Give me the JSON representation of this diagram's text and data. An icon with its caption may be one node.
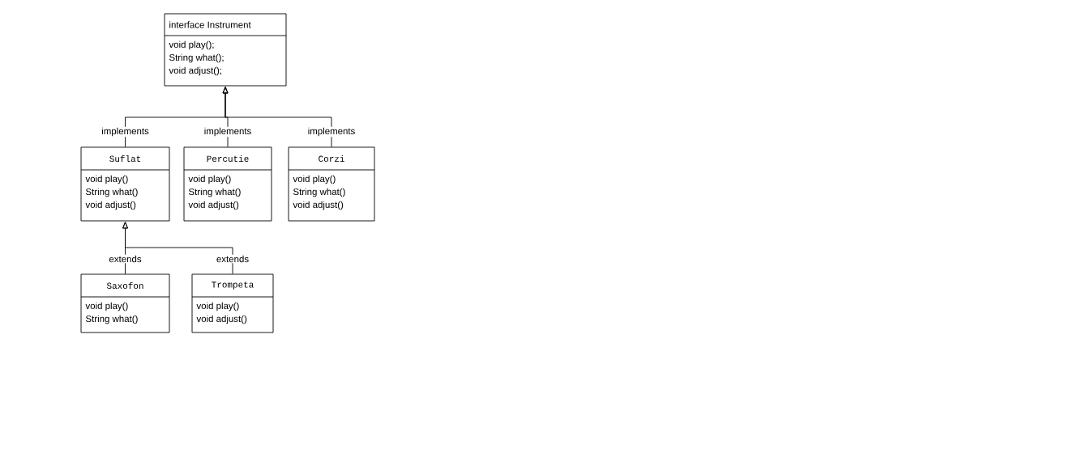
{
  "diagram": {
    "nodes": [
      {
        "text": [
          "interface Instrument",
          "void play();",
          "String what();",
          "void adjust();"
        ]
      },
      {
        "text": [
          "Suflat",
          "void play()",
          "String what()",
          "void adjust()"
        ]
      },
      {
        "text": [
          "Percutie",
          "void play()",
          "String what()",
          "void adjust()"
        ]
      },
      {
        "text": [
          "Corzi",
          "void play()",
          "String what()",
          "void adjust()"
        ]
      },
      {
        "text": [
          "Saxofon",
          "void play()",
          "String what()"
        ]
      },
      {
        "text": [
          "Trompeta",
          "void play()",
          "void adjust()"
        ]
      }
    ],
    "edges": [
      {
        "from": 1,
        "to": 0,
        "arrow": "to",
        "label": "implements"
      },
      {
        "from": 2,
        "to": 0,
        "arrow": "to",
        "label": "implements"
      },
      {
        "from": 3,
        "to": 0,
        "arrow": "to",
        "label": "implements"
      },
      {
        "from": 4,
        "to": 1,
        "arrow": "to",
        "label": "extends"
      },
      {
        "from": 5,
        "to": 1,
        "arrow": "to",
        "label": "extends"
      }
    ]
  }
}
